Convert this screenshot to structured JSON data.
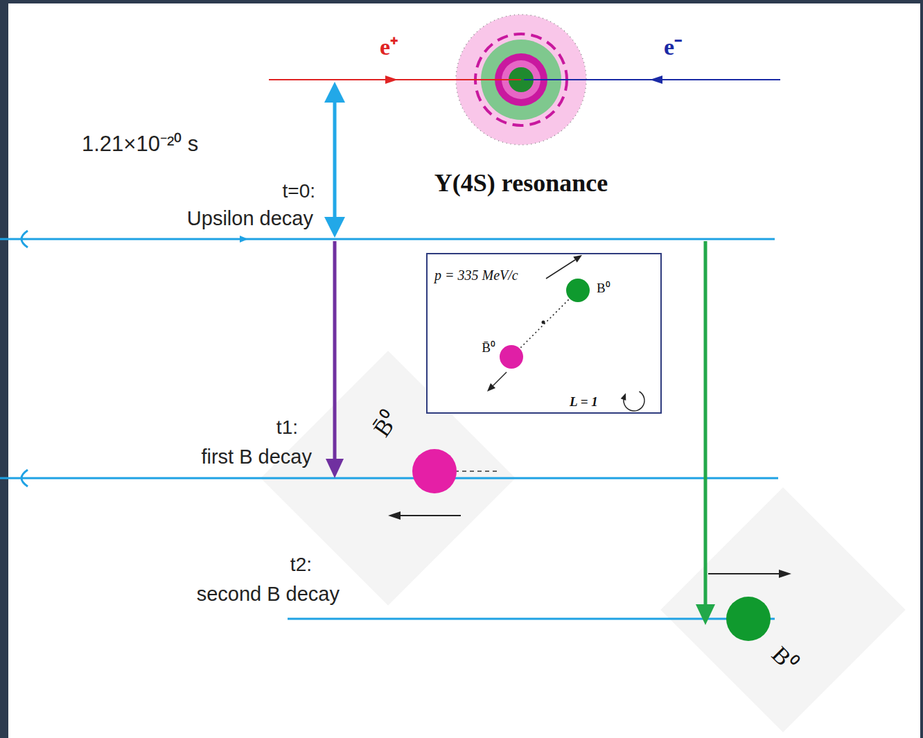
{
  "diagram": {
    "nodes": [
      {
        "text": [
          "Y(4S) resonance"
        ]
      },
      {
        "text": [
          "p = 335 MeV/c",
          "L = 1"
        ]
      },
      {
        "text": [
          "B⁰"
        ],
        "in": 1
      },
      {
        "text": [
          "B̄⁰"
        ],
        "in": 1
      },
      {
        "text": [
          "B̄⁰"
        ]
      },
      {
        "text": [
          "B⁰"
        ]
      }
    ],
    "edges": [
      {
        "from": 2,
        "to": 3,
        "arrow": "none"
      }
    ],
    "labels": [
      "e⁺",
      "e⁻",
      "1.21×10⁻²⁰ s",
      "t=0:",
      "Upsilon decay",
      "t1:",
      "first B decay",
      "t2:",
      "second B decay"
    ]
  }
}
